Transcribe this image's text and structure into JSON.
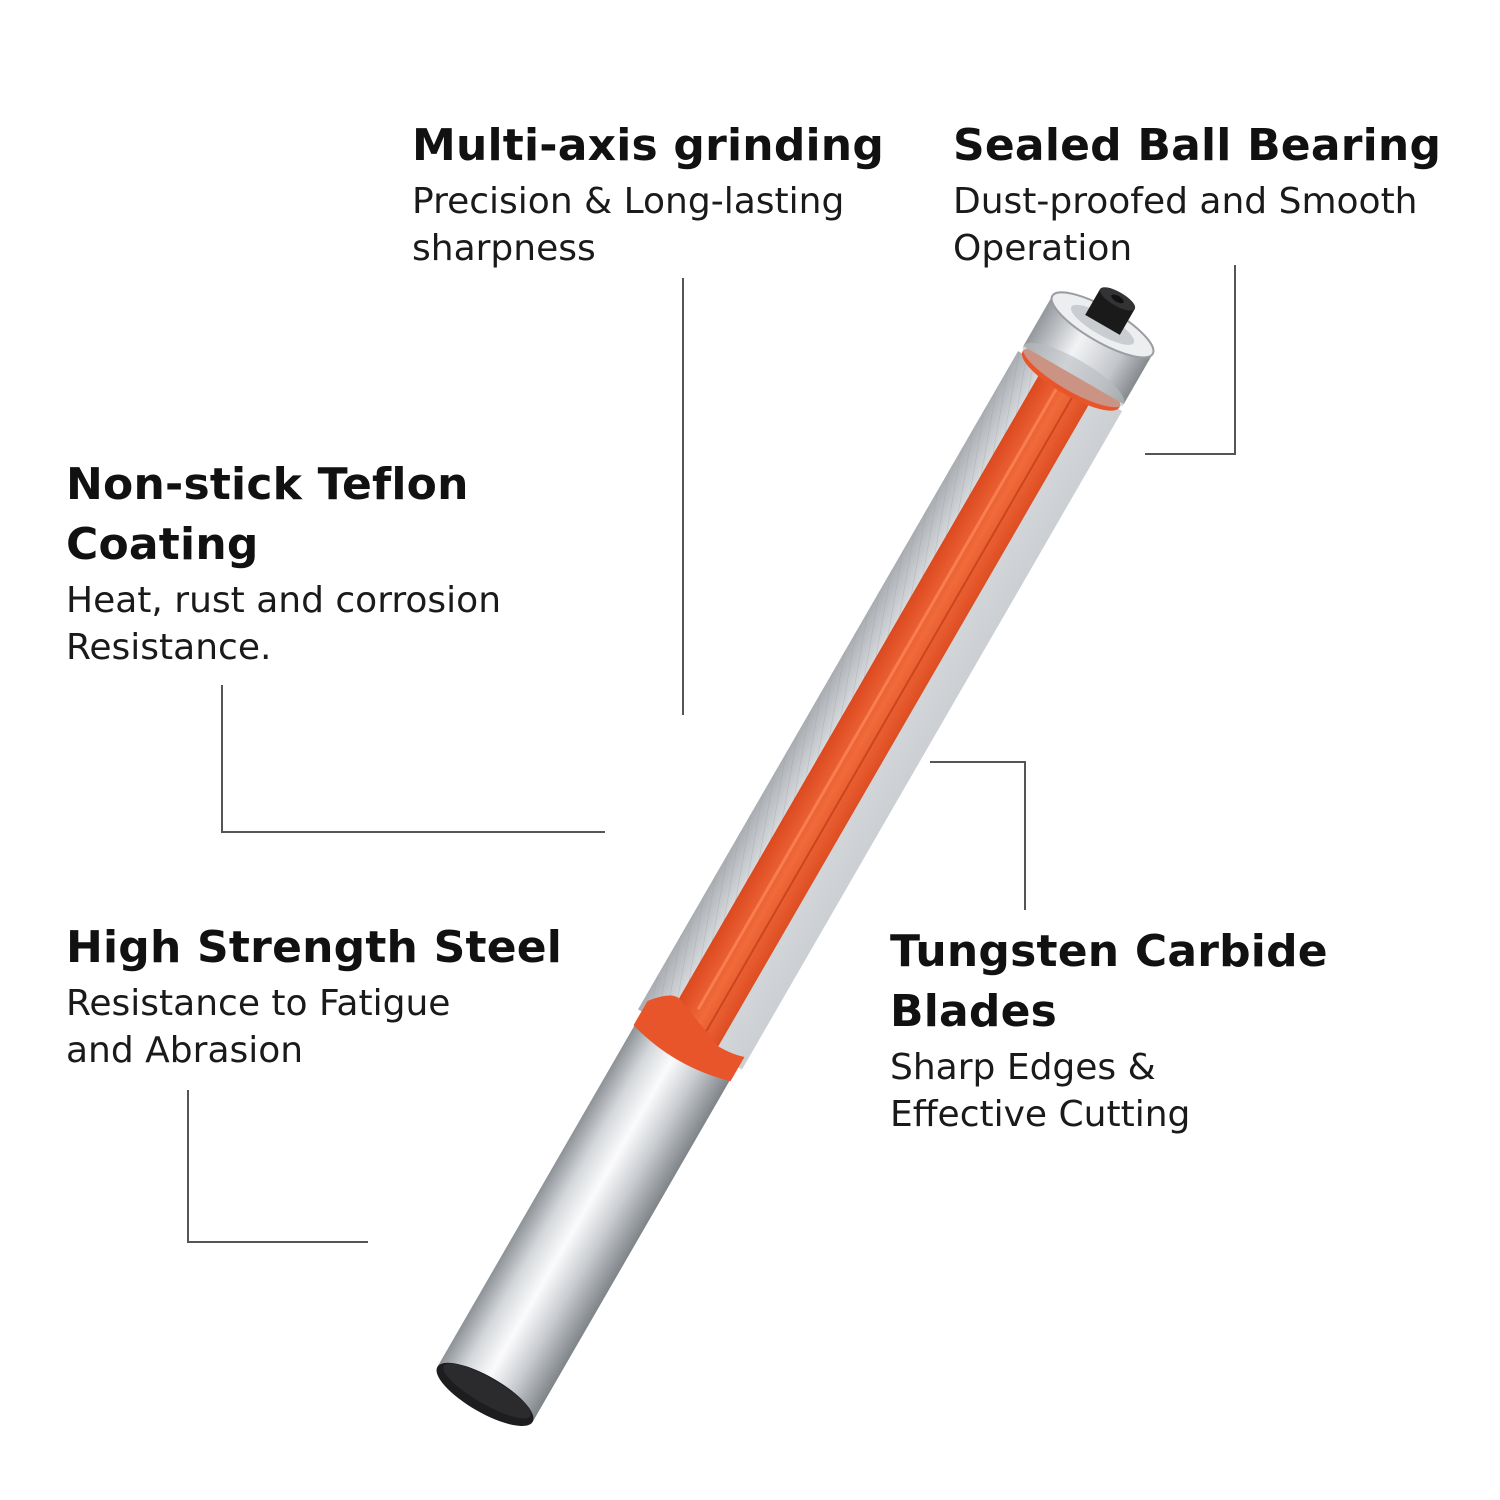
{
  "features": [
    {
      "id": "multi-axis-grinding",
      "title": "Multi-axis grinding",
      "desc_lines": [
        "Precision & Long-lasting",
        "sharpness"
      ]
    },
    {
      "id": "sealed-ball-bearing",
      "title": "Sealed Ball Bearing",
      "desc_lines": [
        "Dust-proofed and Smooth",
        "Operation"
      ]
    },
    {
      "id": "teflon-coating",
      "title_lines": [
        "Non-stick Teflon",
        "Coating"
      ],
      "desc_lines": [
        "Heat, rust and corrosion",
        "Resistance."
      ]
    },
    {
      "id": "high-strength-steel",
      "title": "High Strength Steel",
      "desc_lines": [
        "Resistance to Fatigue",
        "and Abrasion"
      ]
    },
    {
      "id": "tungsten-carbide",
      "title_lines": [
        "Tungsten Carbide",
        "Blades"
      ],
      "desc_lines": [
        "Sharp Edges &",
        "Effective Cutting"
      ]
    }
  ],
  "colors": {
    "coating_orange": "#e8552a",
    "steel_light": "#e6e8ea",
    "steel_dark": "#9ea3a8",
    "bearing_nut": "#1a1a1a",
    "leader_line": "#555555"
  }
}
